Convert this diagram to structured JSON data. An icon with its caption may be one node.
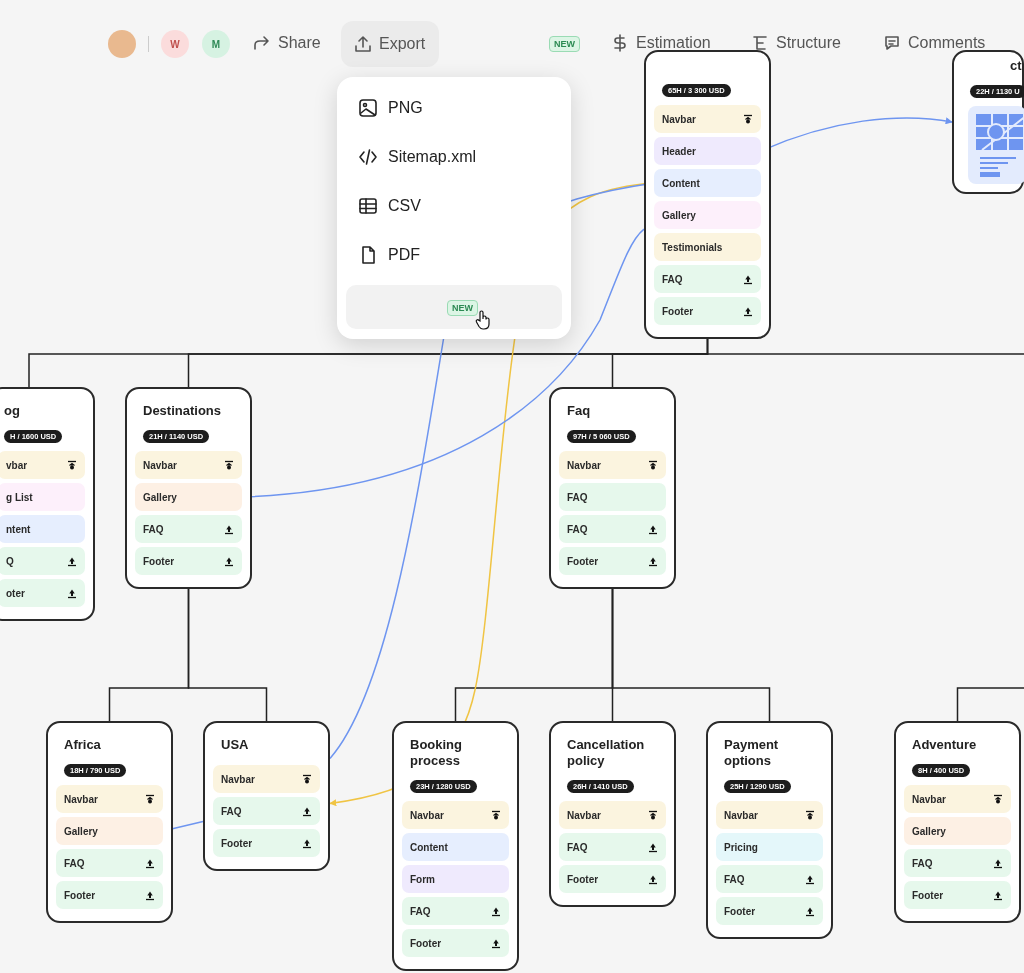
{
  "diagram": {
    "nodes": [
      {
        "text": [
          "65H / 3 300 USD"
        ]
      },
      {
        "text": [
          "Navbar"
        ],
        "in": 0
      },
      {
        "text": [
          "Header"
        ],
        "in": 0
      },
      {
        "text": [
          "Content"
        ],
        "in": 0
      },
      {
        "text": [
          "Gallery"
        ],
        "in": 0
      },
      {
        "text": [
          "Testimonials"
        ],
        "in": 0
      },
      {
        "text": [
          "FAQ"
        ],
        "in": 0
      },
      {
        "text": [
          "Footer"
        ],
        "in": 0
      },
      {
        "text": [
          "ct",
          "22H / 1130 U"
        ]
      },
      {
        "text": [],
        "shape": "picture",
        "in": 8
      },
      {
        "text": [
          "og",
          "H / 1600 USD"
        ]
      },
      {
        "text": [
          "vbar"
        ],
        "in": 10
      },
      {
        "text": [
          "g List"
        ],
        "in": 10
      },
      {
        "text": [
          "ntent"
        ],
        "in": 10
      },
      {
        "text": [
          "Q"
        ],
        "in": 10
      },
      {
        "text": [
          "oter"
        ],
        "in": 10
      },
      {
        "text": [
          "Destinations",
          "21H / 1140 USD"
        ]
      },
      {
        "text": [
          "Navbar"
        ],
        "in": 16
      },
      {
        "text": [
          "Gallery"
        ],
        "in": 16
      },
      {
        "text": [
          "FAQ"
        ],
        "in": 16
      },
      {
        "text": [
          "Footer"
        ],
        "in": 16
      },
      {
        "text": [
          "Faq",
          "97H / 5 060 USD"
        ]
      },
      {
        "text": [
          "Navbar"
        ],
        "in": 21
      },
      {
        "text": [
          "FAQ"
        ],
        "in": 21
      },
      {
        "text": [
          "FAQ"
        ],
        "in": 21
      },
      {
        "text": [
          "Footer"
        ],
        "in": 21
      },
      {
        "text": [
          "Africa",
          "18H / 790 USD"
        ]
      },
      {
        "text": [
          "Navbar"
        ],
        "in": 26
      },
      {
        "text": [
          "Gallery"
        ],
        "in": 26
      },
      {
        "text": [
          "FAQ"
        ],
        "in": 26
      },
      {
        "text": [
          "Footer"
        ],
        "in": 26
      },
      {
        "text": [
          "USA"
        ]
      },
      {
        "text": [
          "Navbar"
        ],
        "in": 31
      },
      {
        "text": [
          "FAQ"
        ],
        "in": 31
      },
      {
        "text": [
          "Footer"
        ],
        "in": 31
      },
      {
        "text": [
          "Booking process",
          "23H / 1280 USD"
        ]
      },
      {
        "text": [
          "Navbar"
        ],
        "in": 35
      },
      {
        "text": [
          "Content"
        ],
        "in": 35
      },
      {
        "text": [
          "Form"
        ],
        "in": 35
      },
      {
        "text": [
          "FAQ"
        ],
        "in": 35
      },
      {
        "text": [
          "Footer"
        ],
        "in": 35
      },
      {
        "text": [
          "Cancellation policy",
          "26H / 1410 USD"
        ]
      },
      {
        "text": [
          "Navbar"
        ],
        "in": 41
      },
      {
        "text": [
          "FAQ"
        ],
        "in": 41
      },
      {
        "text": [
          "Footer"
        ],
        "in": 41
      },
      {
        "text": [
          "Payment options",
          "25H / 1290 USD"
        ]
      },
      {
        "text": [
          "Navbar"
        ],
        "in": 45
      },
      {
        "text": [
          "Pricing"
        ],
        "in": 45
      },
      {
        "text": [
          "FAQ"
        ],
        "in": 45
      },
      {
        "text": [
          "Footer"
        ],
        "in": 45
      },
      {
        "text": [
          "Adventure",
          "8H / 400 USD"
        ]
      },
      {
        "text": [
          "Navbar"
        ],
        "in": 50
      },
      {
        "text": [
          "Gallery"
        ],
        "in": 50
      },
      {
        "text": [
          "FAQ"
        ],
        "in": 50
      },
      {
        "text": [
          "Footer"
        ],
        "in": 50
      }
    ],
    "edges": [
      {
        "from": 0,
        "to": 10,
        "arrow": "none"
      },
      {
        "from": 0,
        "to": 16,
        "arrow": "none"
      },
      {
        "from": 0,
        "to": 21,
        "arrow": "none"
      },
      {
        "from": 16,
        "to": 26,
        "arrow": "none"
      },
      {
        "from": 16,
        "to": 31,
        "arrow": "none"
      },
      {
        "from": 21,
        "to": 35,
        "arrow": "none"
      },
      {
        "from": 21,
        "to": 41,
        "arrow": "none"
      },
      {
        "from": 21,
        "to": 45,
        "arrow": "none"
      },
      {
        "from": null,
        "to": 50,
        "arrow": "none"
      },
      {
        "from": 2,
        "to": 8,
        "arrow": "to",
        "color": "#6e95f0"
      },
      {
        "from": 3,
        "to": 31,
        "arrow": "to",
        "color": "#f0c443"
      },
      {
        "from": 31,
        "to": 3,
        "arrow": "none",
        "color": "#6e95f0"
      },
      {
        "from": 18,
        "to": 0,
        "arrow": "other",
        "color": "#6e95f0"
      },
      {
        "from": 31,
        "to": 28,
        "arrow": "to",
        "color": "#6e95f0"
      }
    ],
    "labels": [
      "W",
      "M",
      "Share",
      "Export",
      "NEW",
      "Estimation",
      "Structure",
      "Comments",
      "PNG",
      "Sitemap.xml",
      "CSV",
      "PDF",
      "NEW"
    ]
  }
}
